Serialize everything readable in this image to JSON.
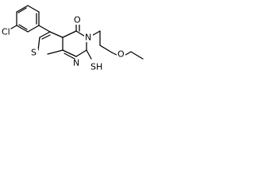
{
  "diagram": {
    "atoms": {
      "chlorine": "Cl",
      "oxygen_carbonyl": "O",
      "nitrogen_ring": "N",
      "nitrogen_lower": "N",
      "sulfur_thiophene": "S",
      "thiol": "SH",
      "oxygen_ether": "O"
    }
  }
}
